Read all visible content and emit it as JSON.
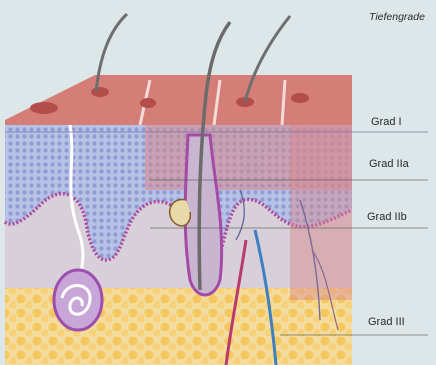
{
  "labels": {
    "title": "Tiefengrade",
    "grade1": "Grad I",
    "grade2a": "Grad IIa",
    "grade2b": "Grad IIb",
    "grade3": "Grad III"
  },
  "colors": {
    "background": "#dde6e8",
    "epidermis_surface": "#d9827c",
    "burn_zone": "#d98a8e",
    "epidermis_cells": "#a9b6df",
    "basal_membrane": "#b04aa0",
    "dermis": "#d7cfd6",
    "fat": "#f0cf8a",
    "hair": "#6e6e6e",
    "vessel_blue": "#3d7fc1",
    "vessel_red": "#b83a6e"
  }
}
